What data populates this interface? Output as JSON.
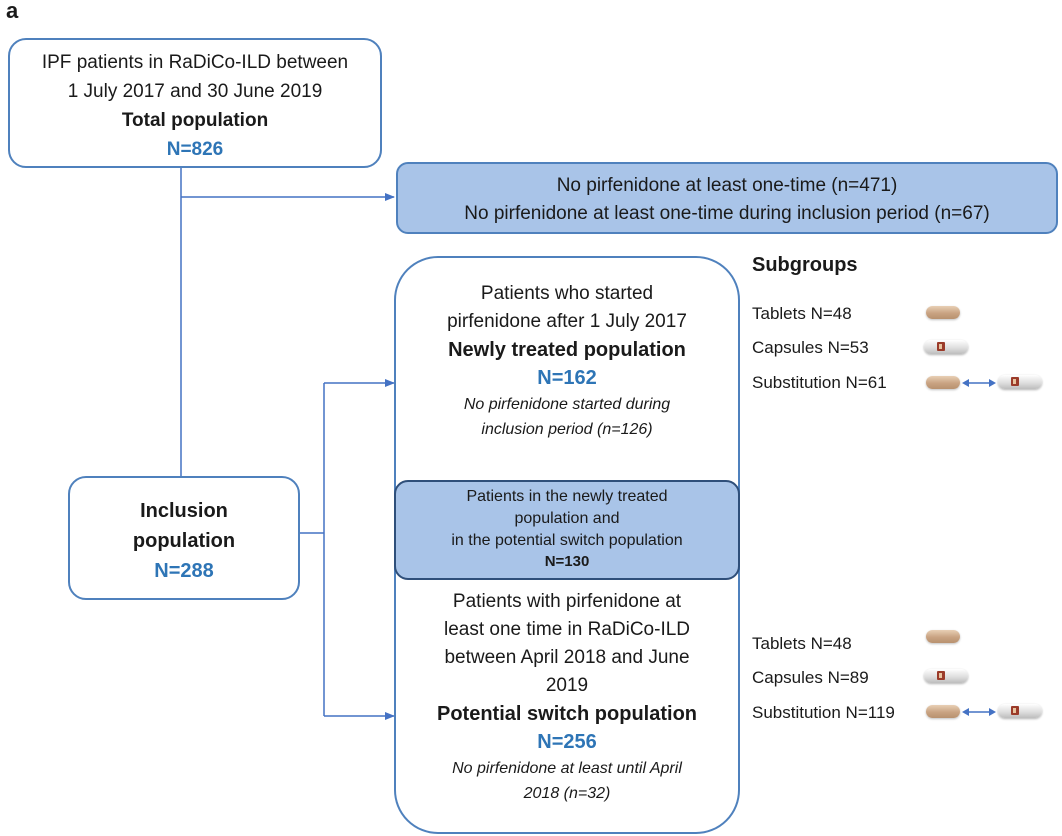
{
  "panel_label": "a",
  "total_box": {
    "line1": "IPF patients in RaDiCo-ILD between",
    "line2": "1 July 2017 and 30 June 2019",
    "title": "Total population",
    "n": "N=826"
  },
  "exclusion_box": {
    "line1": "No pirfenidone at least one-time (n=471)",
    "line2": "No pirfenidone at least one-time during inclusion period (n=67)"
  },
  "inclusion_box": {
    "line1": "Inclusion",
    "line2": "population",
    "n": "N=288"
  },
  "newly_treated": {
    "line1": "Patients who started",
    "line2": "pirfenidone after 1 July 2017",
    "title": "Newly treated population",
    "n": "N=162",
    "note1": "No pirfenidone started during",
    "note2": "inclusion period (n=126)"
  },
  "overlap_box": {
    "line1": "Patients in the newly treated",
    "line2": "population and",
    "line3": "in the potential switch population",
    "n": "N=130"
  },
  "potential_switch": {
    "line1": "Patients with pirfenidone at",
    "line2": "least one time in RaDiCo-ILD",
    "line3": "between April 2018 and June",
    "line4": "2019",
    "title": "Potential switch population",
    "n": "N=256",
    "note1": "No pirfenidone at least until April",
    "note2": "2018 (n=32)"
  },
  "subgroups": {
    "title": "Subgroups",
    "newly": [
      {
        "label": "Tablets N=48",
        "icon": "tablet-icon"
      },
      {
        "label": "Capsules N=53",
        "icon": "capsule-icon"
      },
      {
        "label": "Substitution N=61",
        "icon": "substitution-icon"
      }
    ],
    "switch": [
      {
        "label": "Tablets N=48",
        "icon": "tablet-icon"
      },
      {
        "label": "Capsules N=89",
        "icon": "capsule-icon"
      },
      {
        "label": "Substitution N=119",
        "icon": "substitution-icon"
      }
    ]
  },
  "colors": {
    "border": "#4f81bd",
    "fill_blue": "#a9c4e8",
    "n_text": "#2e75b6",
    "arrow": "#4472c4"
  }
}
